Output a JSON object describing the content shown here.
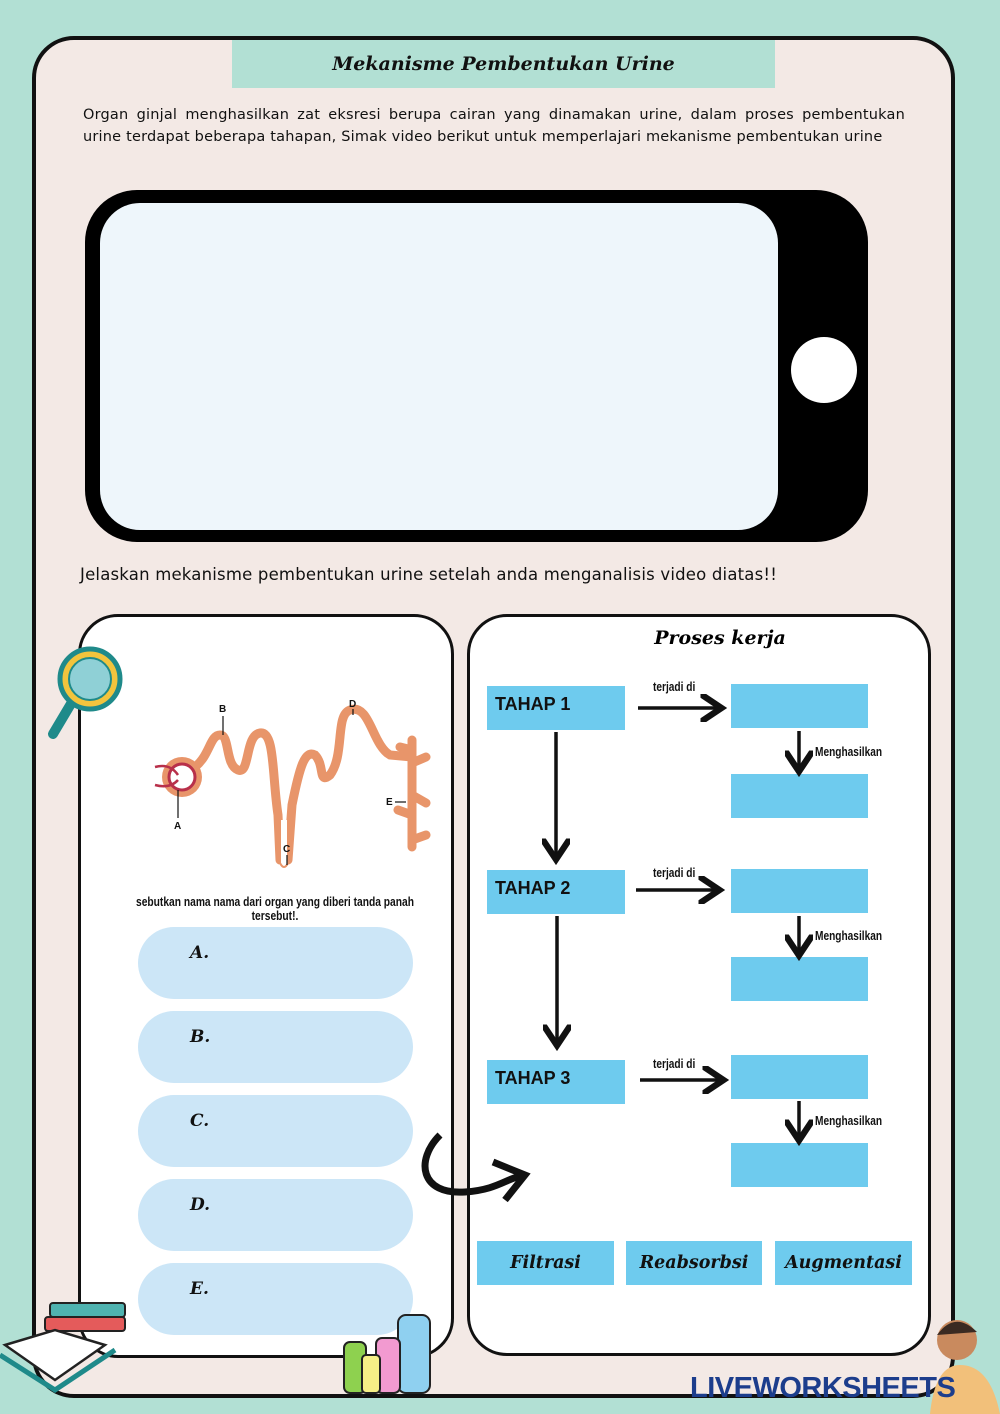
{
  "title": "Mekanisme Pembentukan Urine",
  "intro": "Organ ginjal menghasilkan zat eksresi berupa cairan yang dinamakan urine, dalam proses pembentukan urine terdapat beberapa tahapan, Simak video berikut untuk memperlajari mekanisme pembentukan urine",
  "question": "Jelaskan mekanisme pembentukan urine setelah anda menganalisis video diatas!!",
  "diagram": {
    "labels": [
      "A",
      "B",
      "C",
      "D",
      "E"
    ],
    "caption": "sebutkan nama nama dari organ yang diberi tanda panah tersebut!."
  },
  "answers": [
    {
      "label": "A."
    },
    {
      "label": "B."
    },
    {
      "label": "C."
    },
    {
      "label": "D."
    },
    {
      "label": "E."
    }
  ],
  "process": {
    "title": "Proses kerja",
    "stages": [
      {
        "label": "TAHAP 1",
        "occurs": "terjadi di",
        "produces": "Menghasilkan"
      },
      {
        "label": "TAHAP 2",
        "occurs": "terjadi di",
        "produces": "Menghasilkan"
      },
      {
        "label": "TAHAP 3",
        "occurs": "terjadi di",
        "produces": "Menghasilkan"
      }
    ],
    "options": [
      "Filtrasi",
      "Reabsorbsi",
      "Augmentasi"
    ]
  },
  "brand": "LIVEWORKSHEETS",
  "colors": {
    "mint": "#b2e0d4",
    "box": "#6ecbee",
    "pill": "#cce6f7"
  }
}
